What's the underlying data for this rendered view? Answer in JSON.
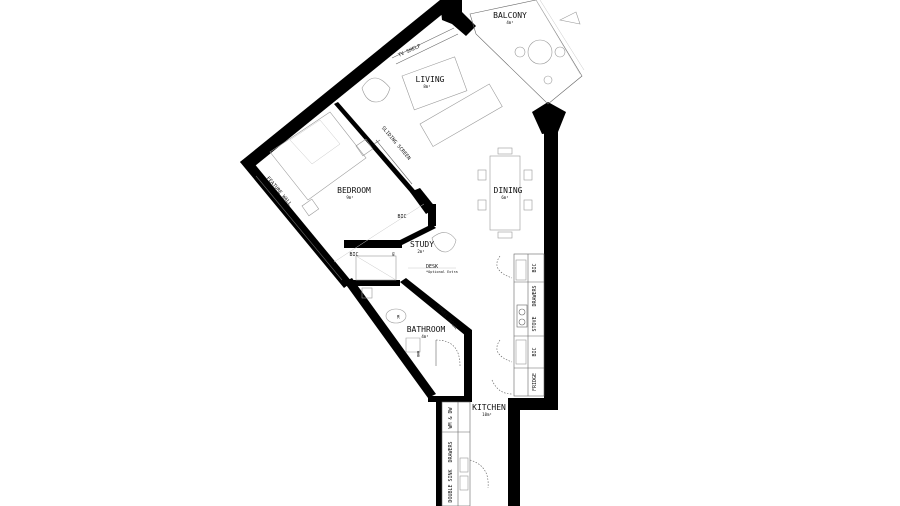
{
  "rooms": {
    "balcony": {
      "name": "BALCONY",
      "area": "4m²"
    },
    "living": {
      "name": "LIVING",
      "area": "8m²"
    },
    "bedroom": {
      "name": "BEDROOM",
      "area": "9m²"
    },
    "dining": {
      "name": "DINING",
      "area": "6m²"
    },
    "study": {
      "name": "STUDY",
      "area": "2m²"
    },
    "bathroom": {
      "name": "BATHROOM",
      "area": "4m²"
    },
    "kitchen": {
      "name": "KITCHEN",
      "area": "10m²"
    }
  },
  "fixtures": {
    "tv_shelf": "TV SHELF",
    "sliding_screen": "SLIDING SCREEN",
    "feature_wall": "FEATURE WALL",
    "bic_bed_right": "BIC",
    "bic_bed_lower": "BIC",
    "sh": "SH",
    "desk": "DESK",
    "desk_note": "*Optional Extra",
    "towel_hook": "TOWEL HOOK",
    "wc": "WC",
    "whb": "WHB",
    "bic_kitchen_top": "BIC",
    "drawers": "DRAWERS",
    "stove": "STOVE",
    "bic_kitchen_mid": "BIC",
    "fridge": "FRIDGE",
    "wm_dw": "WM & DW",
    "double_sink": "DOUBLE SINK",
    "drawers_lower": "DRAWERS"
  },
  "colors": {
    "wall": "#000000",
    "line": "#666666",
    "background": "#ffffff"
  }
}
